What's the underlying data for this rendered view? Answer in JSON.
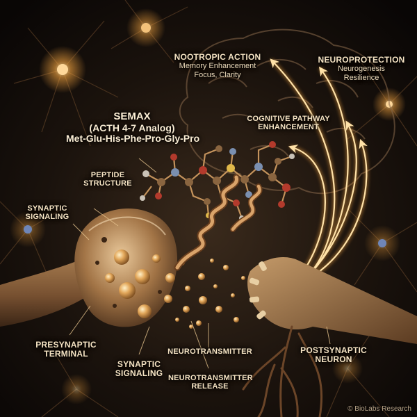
{
  "title": {
    "line1": "SEMAX",
    "line2": "(ACTH 4-7 Analog)",
    "line3": "Met-Glu-His-Phe-Pro-Gly-Pro"
  },
  "labels": {
    "nootropic": {
      "heading": "NOOTROPIC ACTION",
      "sub1": "Memory Enhancement",
      "sub2": "Focus, Clarity"
    },
    "neuroprotection": {
      "heading": "NEUROPROTECTION",
      "sub1": "Neurogenesis",
      "sub2": "Resilience"
    },
    "cognitive": {
      "line1": "COGNITIVE PATHWAY",
      "line2": "ENHANCEMENT"
    },
    "peptide": {
      "line1": "PEPTIDE",
      "line2": "STRUCTURE"
    },
    "synaptic_upper": {
      "line1": "SYNAPTIC",
      "line2": "SIGNALING"
    },
    "presynaptic": {
      "line1": "PRESYNAPTIC",
      "line2": "TERMINAL"
    },
    "synaptic_lower": {
      "line1": "SYNAPTIC",
      "line2": "SIGNALING"
    },
    "neurotransmitter": {
      "line1": "NEUROTRANSMITTER"
    },
    "release": {
      "line1": "NEUROTRANSMITTER",
      "line2": "RELEASE"
    },
    "postsynaptic": {
      "line1": "POSTSYNAPTIC",
      "line2": "NEURON"
    }
  },
  "credit": "© BioLabs Research",
  "colors": {
    "background": "#120c08",
    "glow": "#f7b24a",
    "text": "#f6e4c4",
    "vesicle": "#e0a85a"
  }
}
